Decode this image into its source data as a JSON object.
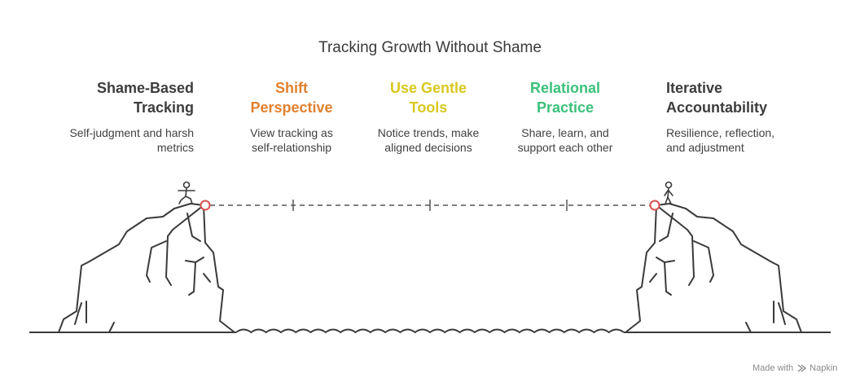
{
  "title": "Tracking Growth Without Shame",
  "stages": [
    {
      "heading_line1": "Shame-Based",
      "heading_line2": "Tracking",
      "desc_line1": "Self-judgment and harsh",
      "desc_line2": "metrics",
      "color": "#3d3d3d"
    },
    {
      "heading_line1": "Shift",
      "heading_line2": "Perspective",
      "desc_line1": "View tracking as",
      "desc_line2": "self-relationship",
      "color": "#e0812f"
    },
    {
      "heading_line1": "Use Gentle",
      "heading_line2": "Tools",
      "desc_line1": "Notice trends, make",
      "desc_line2": "aligned decisions",
      "color": "#d9c81e"
    },
    {
      "heading_line1": "Relational",
      "heading_line2": "Practice",
      "desc_line1": "Share, learn, and",
      "desc_line2": "support each other",
      "color": "#3cc07a"
    },
    {
      "heading_line1": "Iterative",
      "heading_line2": "Accountability",
      "desc_line1": "Resilience, reflection,",
      "desc_line2": "and adjustment",
      "color": "#3d3d3d"
    }
  ],
  "colors": {
    "line": "#3a3a3a",
    "marker": "#d9534f",
    "dash": "#555555"
  },
  "footer": {
    "made_with": "Made with",
    "brand": "Napkin",
    "brand_icon": "napkin-logo-icon"
  }
}
